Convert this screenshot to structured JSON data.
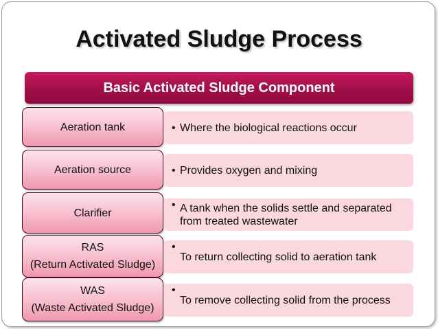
{
  "slide": {
    "title": "Activated Sludge Process",
    "header": "Basic Activated Sludge Component",
    "bullet_symbol": "•",
    "rows": [
      {
        "term": "Aeration tank",
        "description": "Where the biological reactions occur"
      },
      {
        "term": "Aeration source",
        "description": "Provides oxygen and mixing"
      },
      {
        "term": "Clarifier",
        "description": "A tank when the solids settle and separated from treated wastewater"
      },
      {
        "term": "RAS",
        "term_sub": "(Return Activated Sludge)",
        "description": "To return collecting solid to aeration tank"
      },
      {
        "term": "WAS",
        "term_sub": "(Waste Activated Sludge)",
        "description": "To remove collecting solid from the process"
      }
    ]
  },
  "colors": {
    "header_bar": "#a10f48",
    "term_box": "#f7bccd",
    "description_box": "#fbd7df"
  }
}
